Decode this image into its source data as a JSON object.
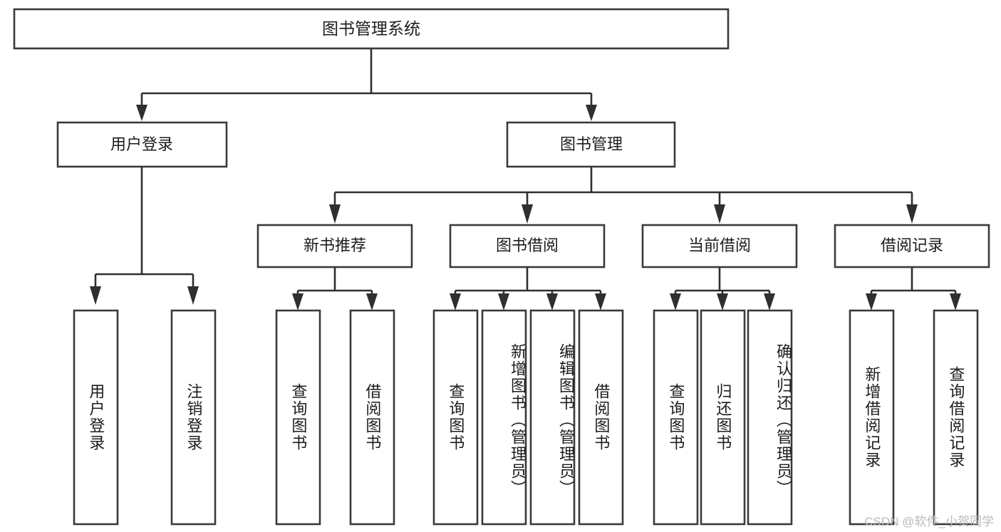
{
  "diagram": {
    "type": "tree",
    "title_node": {
      "id": "root",
      "label": "图书管理系统"
    },
    "level2": [
      {
        "id": "user-login",
        "label": "用户登录"
      },
      {
        "id": "book-manage",
        "label": "图书管理"
      }
    ],
    "level3": [
      {
        "id": "new-book-recommend",
        "label": "新书推荐"
      },
      {
        "id": "book-borrow",
        "label": "图书借阅"
      },
      {
        "id": "current-borrow",
        "label": "当前借阅"
      },
      {
        "id": "borrow-record",
        "label": "借阅记录"
      }
    ],
    "leaves": {
      "user_login": [
        {
          "id": "leaf-user-login",
          "label": "用户登录"
        },
        {
          "id": "leaf-logout",
          "label": "注销登录"
        }
      ],
      "new_book_recommend": [
        {
          "id": "leaf-query-book-1",
          "label": "查询图书"
        },
        {
          "id": "leaf-borrow-book-1",
          "label": "借阅图书"
        }
      ],
      "book_borrow": [
        {
          "id": "leaf-query-book-2",
          "label": "查询图书"
        },
        {
          "id": "leaf-add-book",
          "label": "新增图书（管理员）"
        },
        {
          "id": "leaf-edit-book",
          "label": "编辑图书（管理员）"
        },
        {
          "id": "leaf-borrow-book-2",
          "label": "借阅图书"
        }
      ],
      "current_borrow": [
        {
          "id": "leaf-query-book-3",
          "label": "查询图书"
        },
        {
          "id": "leaf-return-book",
          "label": "归还图书"
        },
        {
          "id": "leaf-confirm-return",
          "label": "确认归还（管理员）"
        }
      ],
      "borrow_record": [
        {
          "id": "leaf-add-record",
          "label": "新增借阅记录"
        },
        {
          "id": "leaf-query-record",
          "label": "查询借阅记录"
        }
      ]
    }
  },
  "watermark": {
    "text": "CSDN @软件_小贺同学"
  },
  "colors": {
    "box_stroke": "#3a3a3a",
    "connector": "#2f2f2f",
    "text": "#1c1c1c",
    "background": "#ffffff",
    "watermark": "#b9b9b9"
  }
}
